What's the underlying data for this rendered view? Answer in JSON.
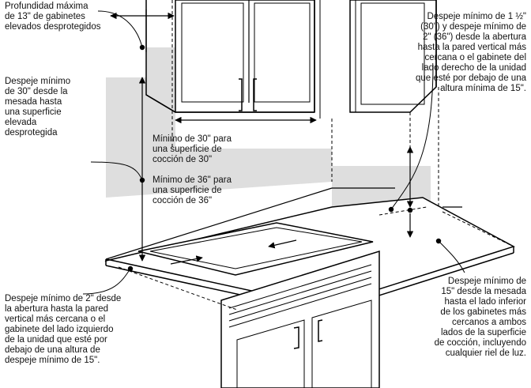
{
  "notes": {
    "cabinet_depth": "Profundidad máxima\nde 13\" de gabinetes\nelevados desprotegidos",
    "right_clearance_upper": "Despeje mínimo de 1 ½\"\n(30\") y despeje mínimo de\n2\" (36\") desde la abertura\nhasta la pared vertical más\ncercana o el gabinete del\nlado derecho de la unidad\nque esté por debajo de una\naltura mínima de 15\".",
    "vertical_clearance_30": "Despeje mínimo\nde 30\" desde la\nmesada hasta\nuna superficie\nelevada\ndesprotegida",
    "min_30_surface": "Mínimo de 30\" para\nuna superficie de\ncocción de 30\"",
    "min_36_surface": "Mínimo de 36\" para\nuna superficie de\ncocción de 36\"",
    "left_clearance": "Despeje mínimo de 2\" desde\nla abertura hasta la pared\nvertical más cercana o el\ngabinete del lado izquierdo\nde la unidad que esté por\ndebajo de una altura de\ndespeje mínimo de 15\".",
    "clearance_15": "Despeje mínimo de\n15\" desde la mesada\nhasta el lado inferior\nde los gabinetes más\ncercanos a ambos\nlados de la superficie\nde cocción, incluyendo\ncualquier riel de luz."
  },
  "colors": {
    "line": "#000000",
    "wall_shade": "#dedede",
    "background": "#ffffff"
  }
}
